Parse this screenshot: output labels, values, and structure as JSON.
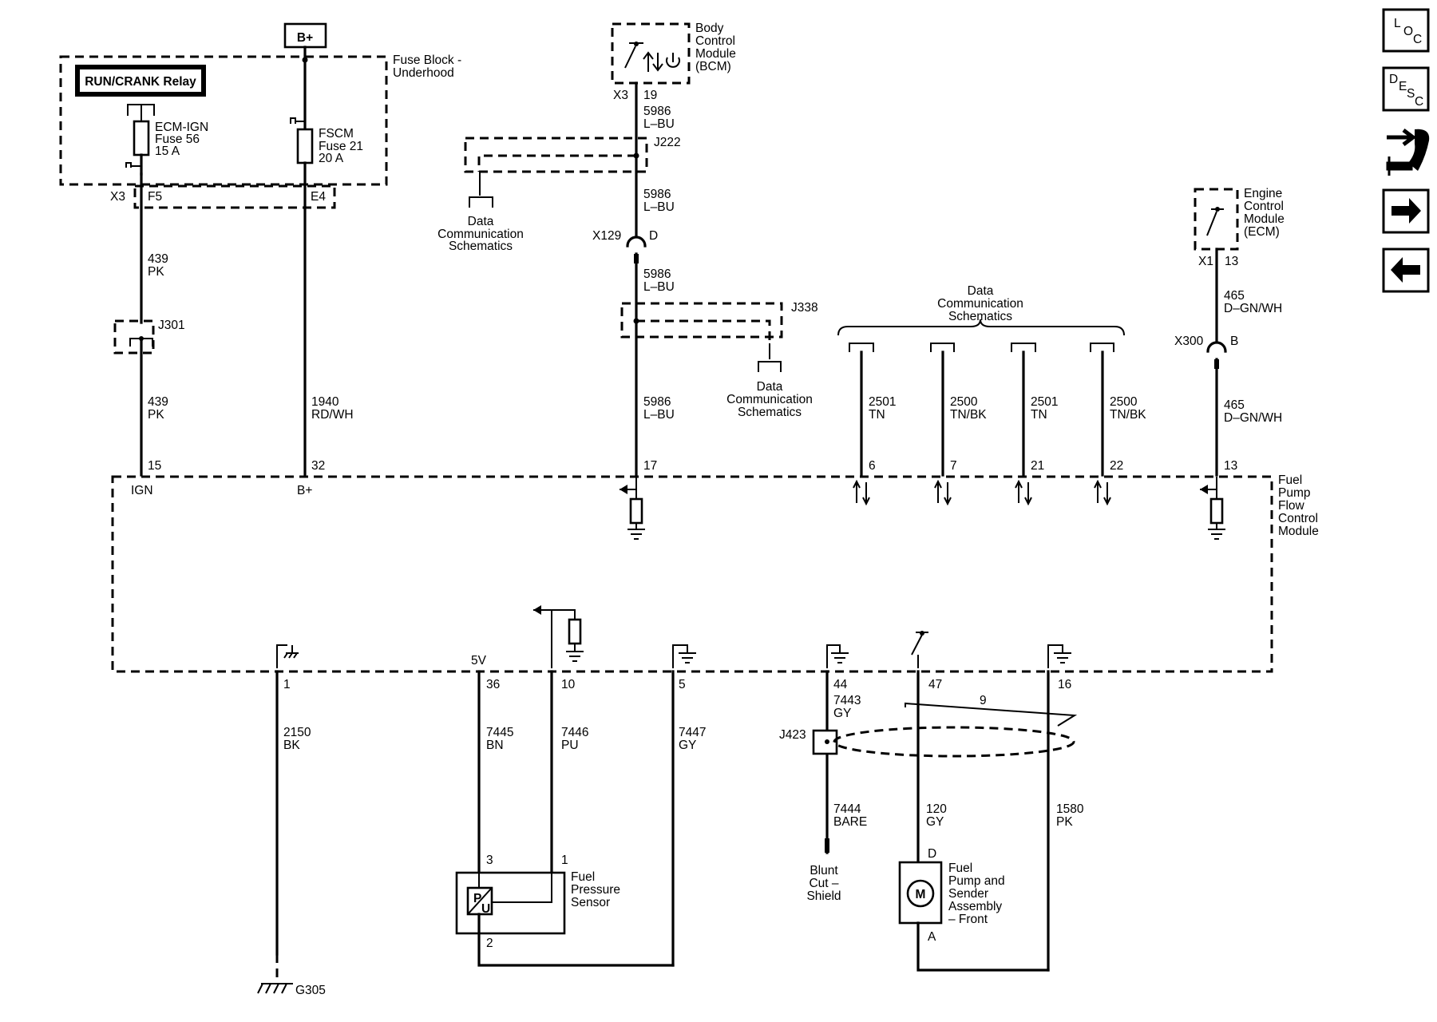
{
  "power": {
    "bplus": "B+"
  },
  "fuse_block": {
    "label": [
      "Fuse Block -",
      "Underhood"
    ],
    "relay": "RUN/CRANK Relay",
    "fuse_ecm": [
      "ECM-IGN",
      "Fuse 56",
      "15 A"
    ],
    "fuse_fscm": [
      "FSCM",
      "Fuse 21",
      "20 A"
    ],
    "connector": "X3",
    "pin_f5": "F5",
    "pin_e4": "E4"
  },
  "bcm": {
    "label": [
      "Body",
      "Control",
      "Module",
      "(BCM)"
    ],
    "connector": "X3",
    "pin": "19"
  },
  "ecm": {
    "label": [
      "Engine",
      "Control",
      "Module",
      "(ECM)"
    ],
    "connector": "X1",
    "pin": "13"
  },
  "module": {
    "label": [
      "Fuel",
      "Pump",
      "Flow",
      "Control",
      "Module"
    ],
    "ign_label": "IGN",
    "bplus_label": "B+",
    "fivev_label": "5V",
    "top_pins": [
      "15",
      "32",
      "17",
      "6",
      "7",
      "21",
      "22",
      "13"
    ],
    "bottom_pins": [
      "1",
      "36",
      "10",
      "5",
      "44",
      "47",
      "16"
    ]
  },
  "wires": {
    "w439_pk": {
      "circuit": "439",
      "color": "PK"
    },
    "w1940": {
      "circuit": "1940",
      "color": "RD/WH"
    },
    "w5986": {
      "circuit": "5986",
      "color": "L–BU"
    },
    "w465": {
      "circuit": "465",
      "color": "D–GN/WH"
    },
    "w2501": {
      "circuit": "2501",
      "color": "TN"
    },
    "w2500": {
      "circuit": "2500",
      "color": "TN/BK"
    },
    "w2150": {
      "circuit": "2150",
      "color": "BK"
    },
    "w7445": {
      "circuit": "7445",
      "color": "BN"
    },
    "w7446": {
      "circuit": "7446",
      "color": "PU"
    },
    "w7447": {
      "circuit": "7447",
      "color": "GY"
    },
    "w7443": {
      "circuit": "7443",
      "color": "GY"
    },
    "w7444": {
      "circuit": "7444",
      "color": "BARE"
    },
    "w120": {
      "circuit": "120",
      "color": "GY"
    },
    "w1580": {
      "circuit": "1580",
      "color": "PK"
    }
  },
  "splices": {
    "j222": "J222",
    "j338": "J338",
    "j301": "J301",
    "j423": "J423"
  },
  "connectors": {
    "x129": "X129",
    "x129_pin": "D",
    "x300": "X300",
    "x300_pin": "B"
  },
  "data_comm": [
    "Data",
    "Communication",
    "Schematics"
  ],
  "twist_count": "9",
  "ground": "G305",
  "fuel_pressure_sensor": {
    "label": [
      "Fuel",
      "Pressure",
      "Sensor"
    ],
    "pins": [
      "3",
      "1",
      "2"
    ]
  },
  "fuel_pump": {
    "label": [
      "Fuel",
      "Pump and",
      "Sender",
      "Assembly",
      "– Front"
    ],
    "pins": [
      "D",
      "A"
    ],
    "motor": "M"
  },
  "blunt_cut": [
    "Blunt",
    "Cut –",
    "Shield"
  ],
  "nav": {
    "loc": [
      "L",
      "O",
      "C"
    ],
    "desc": [
      "D",
      "E",
      "S",
      "C"
    ]
  }
}
